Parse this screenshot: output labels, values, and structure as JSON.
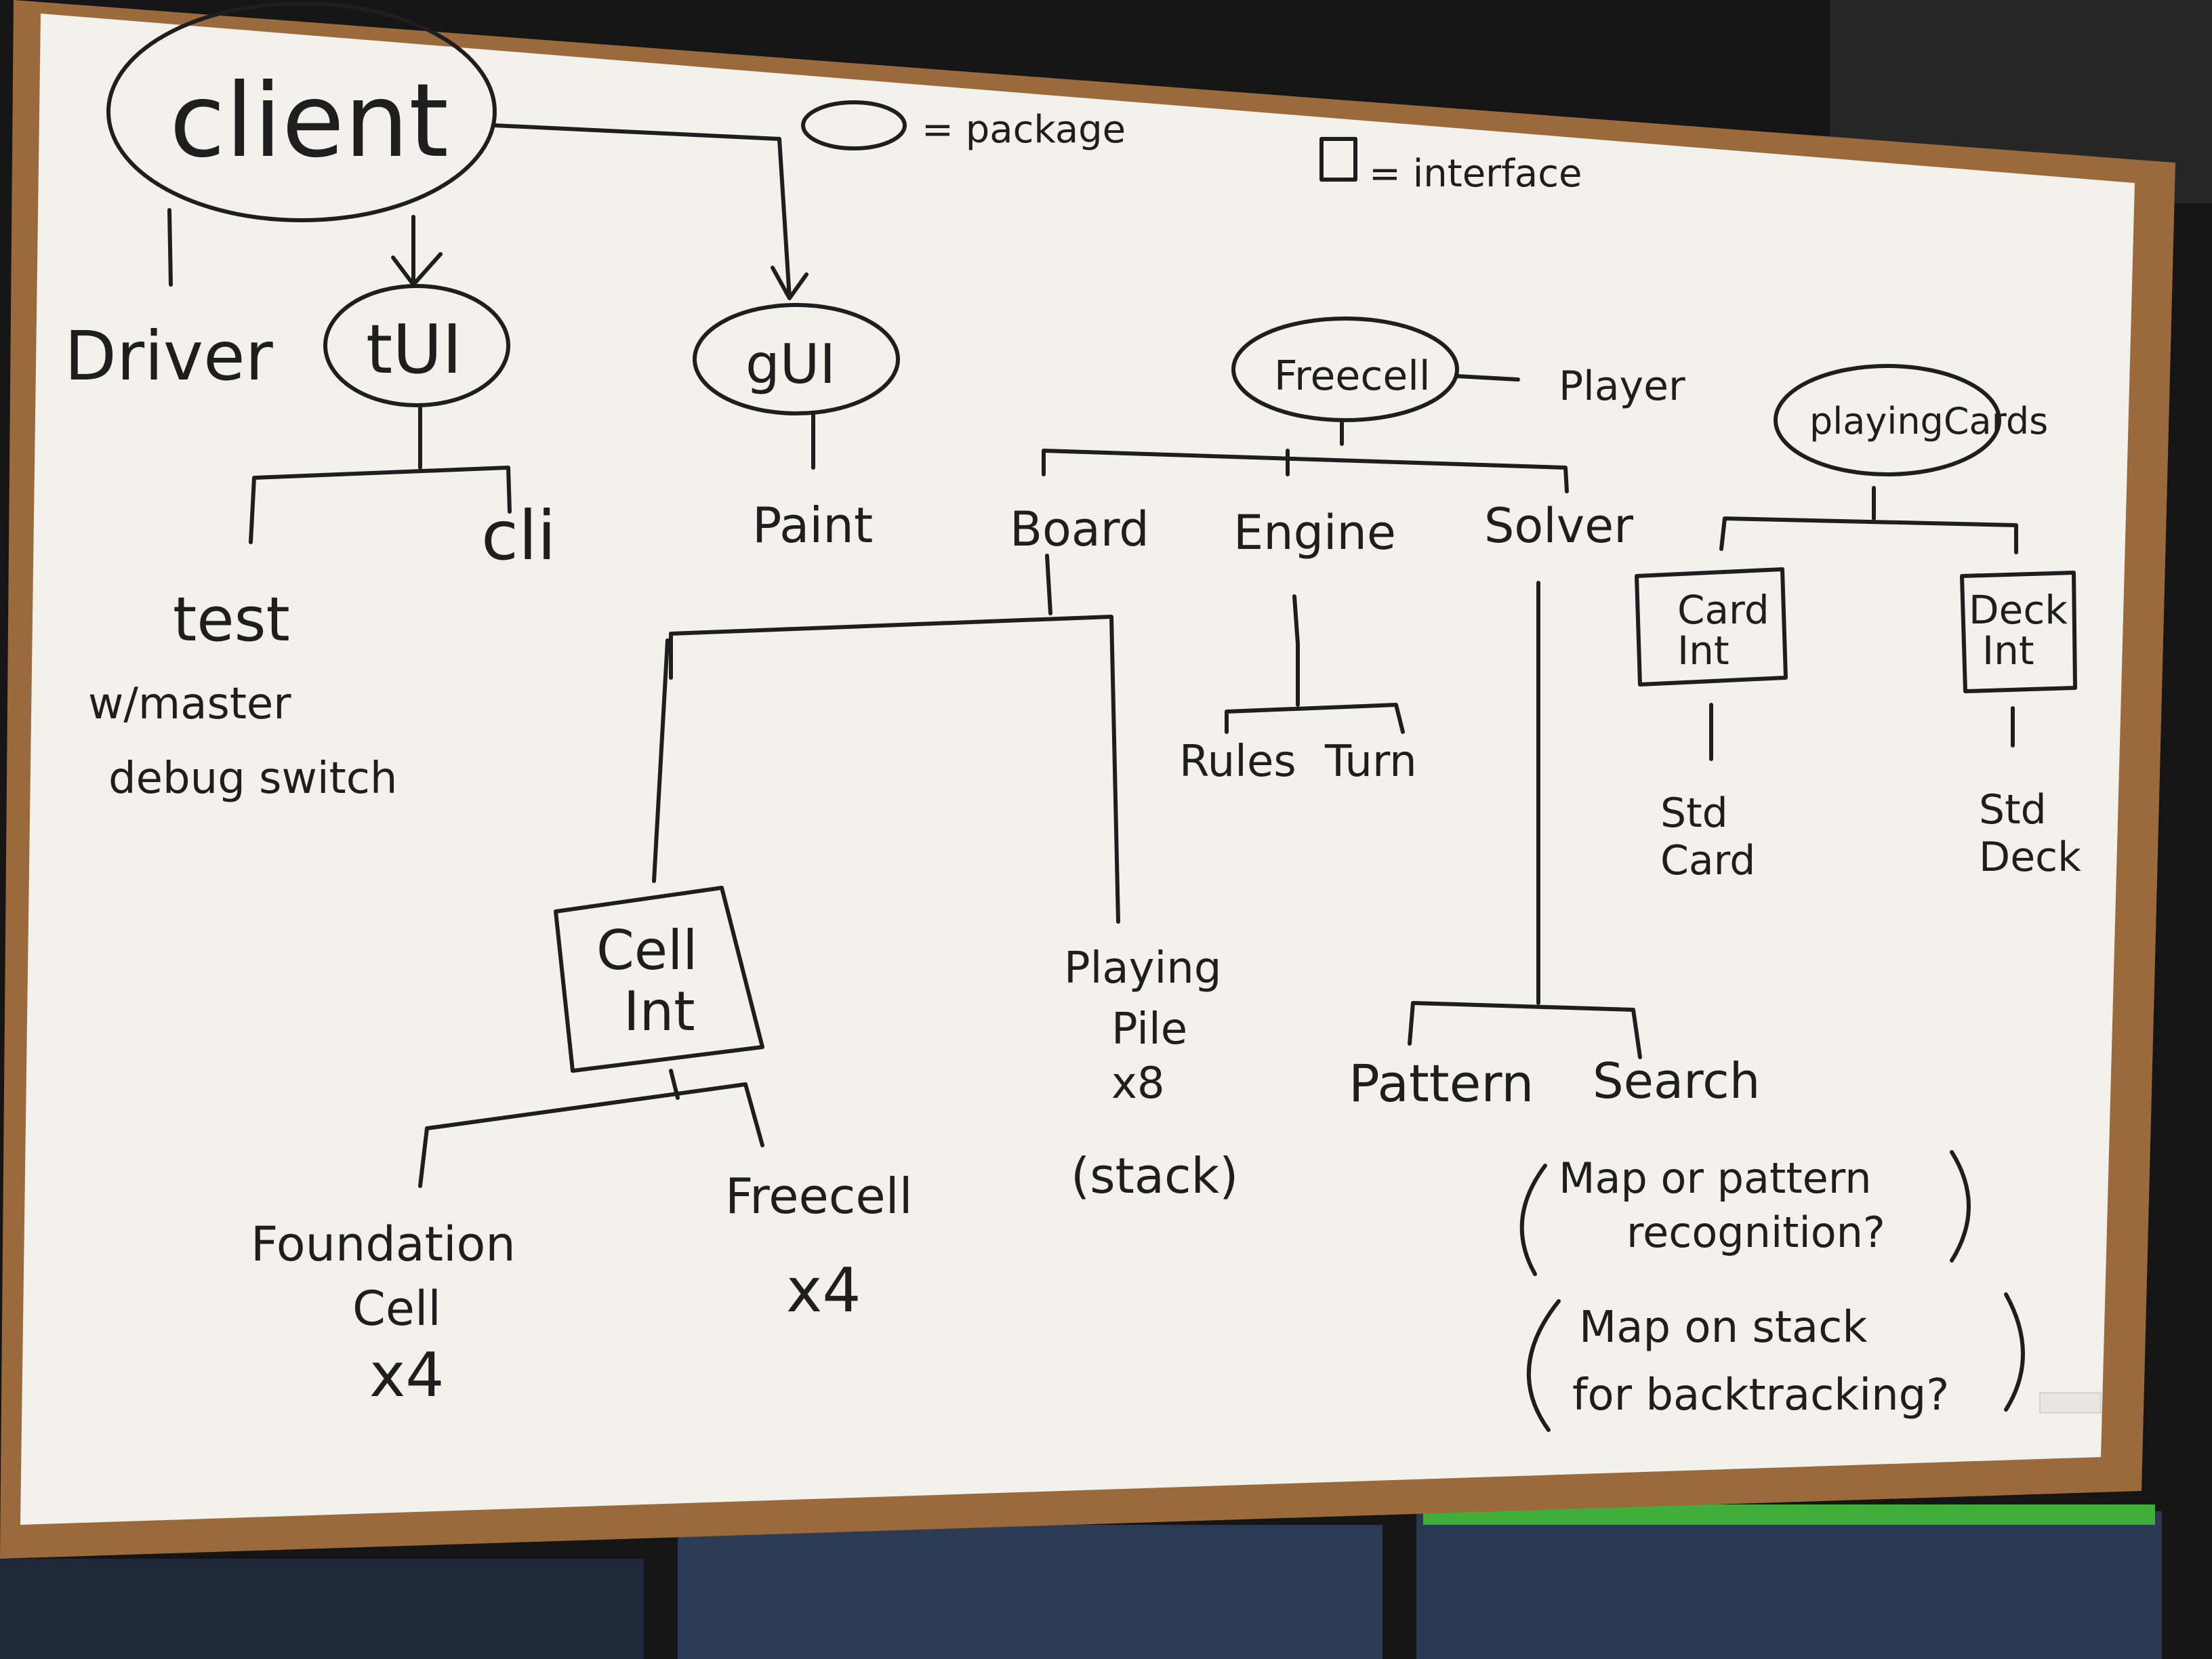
{
  "colors": {
    "board": "#f2f1ec",
    "frame": "#9a6a3c",
    "marker": "#1e1e1e",
    "background": "#1a1a1a",
    "monitor_screen": "#2b3a55",
    "green_accent": "#3fae3a"
  },
  "legend": {
    "package": "= package",
    "interface": "= interface"
  },
  "nodes": {
    "client": "client",
    "driver": "Driver",
    "tui": "tUI",
    "gui": "gUI",
    "cli": "cli",
    "test": "test",
    "test_note_1": "w/master",
    "test_note_2": "debug switch",
    "paint": "Paint",
    "freecell": "Freecell",
    "player": "Player",
    "board": "Board",
    "engine": "Engine",
    "solver": "Solver",
    "rules": "Rules",
    "turn": "Turn",
    "cell_int_1": "Cell",
    "cell_int_2": "Int",
    "foundation_1": "Foundation",
    "foundation_2": "Cell",
    "foundation_3": "x4",
    "freecell_leaf": "Freecell",
    "freecell_count": "x4",
    "playing_pile_1": "Playing",
    "playing_pile_2": "Pile",
    "playing_pile_3": "x8",
    "playing_pile_4": "(stack)",
    "pattern": "Pattern",
    "search": "Search",
    "search_note_1": "Map or pattern",
    "search_note_2": "recognition?",
    "search_note_3": "Map on stack",
    "search_note_4": "for backtracking?",
    "playing_cards": "playingCards",
    "card_int_1": "Card",
    "card_int_2": "Int",
    "deck_int_1": "Deck",
    "deck_int_2": "Int",
    "std_card_1": "Std",
    "std_card_2": "Card",
    "std_deck_1": "Std",
    "std_deck_2": "Deck"
  }
}
